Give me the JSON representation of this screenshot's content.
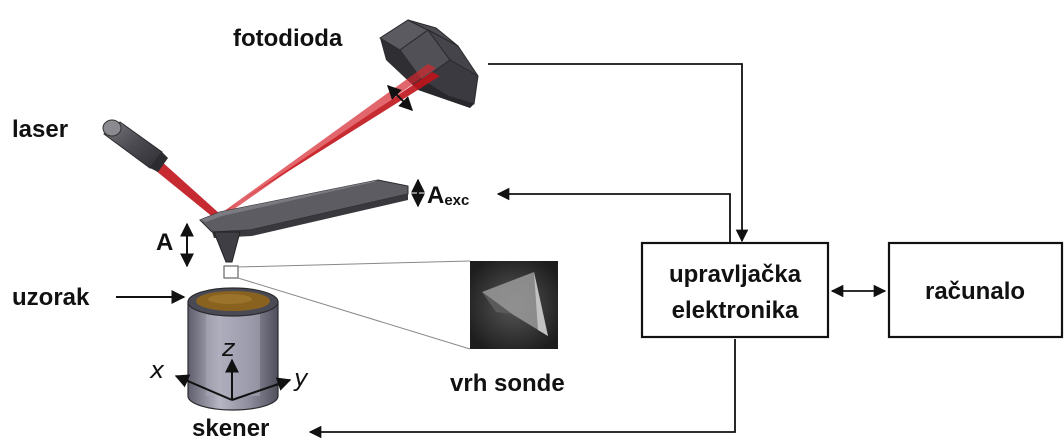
{
  "labels": {
    "photodiode": "fotodioda",
    "laser": "laser",
    "excitation_main": "A",
    "excitation_sub": "exc",
    "amplitude": "A",
    "sample": "uzorak",
    "tip": "vrh sonde",
    "scanner": "skener",
    "axis_x": "x",
    "axis_y": "y",
    "axis_z": "z"
  },
  "boxes": {
    "control_line1": "upravljačka",
    "control_line2": "elektronika",
    "computer": "računalo"
  },
  "colors": {
    "beam": "#c0141b",
    "metal_dark": "#3e3e44",
    "metal_mid": "#5c5c62",
    "scanner_body": "#8f8fa0",
    "sample_surface": "#8a6220",
    "line": "#111111"
  },
  "icons": {
    "photodiode": "quad-photodiode-icon",
    "laser": "laser-emitter-icon",
    "cantilever": "cantilever-icon",
    "tip": "probe-tip-image-icon",
    "scanner": "scanner-cylinder-icon"
  }
}
